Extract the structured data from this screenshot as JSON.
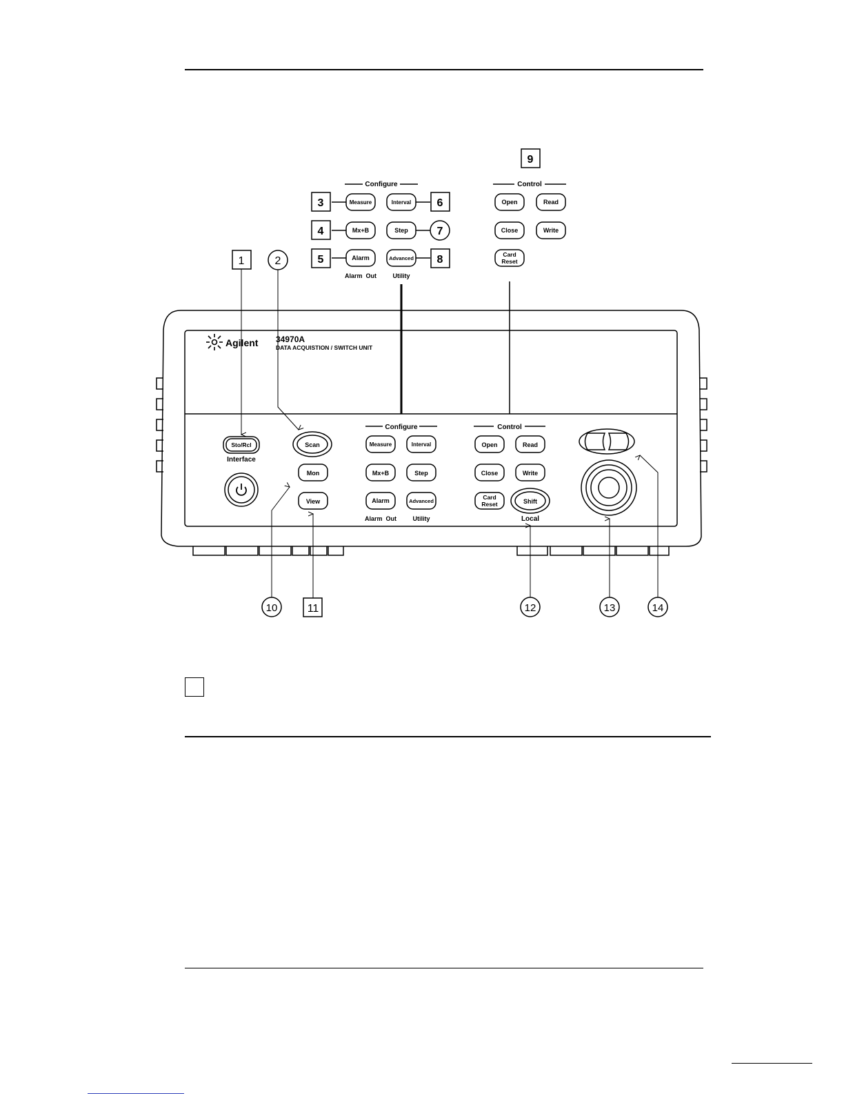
{
  "front_panel": {
    "brand": "Agilent",
    "model": "34970A",
    "model_desc": "DATA ACQUISTION / SWITCH UNIT",
    "keys": {
      "sto_rcl": "Sto/Rcl",
      "interface": "Interface",
      "scan": "Scan",
      "mon": "Mon",
      "view": "View",
      "shift": "Shift",
      "local": "Local"
    },
    "configure": {
      "label": "Configure",
      "keys": [
        "Measure",
        "Interval",
        "Mx+B",
        "Step",
        "Alarm",
        "Advanced"
      ],
      "sublabels": [
        "Alarm  Out",
        "Utility"
      ]
    },
    "control": {
      "label": "Control",
      "keys": [
        "Open",
        "Read",
        "Close",
        "Write"
      ],
      "card_reset": [
        "Card",
        "Reset"
      ]
    }
  },
  "callouts": {
    "c1": "1",
    "c2": "2",
    "c3": "3",
    "c4": "4",
    "c5": "5",
    "c6": "6",
    "c7": "7",
    "c8": "8",
    "c9": "9",
    "c10": "10",
    "c11": "11",
    "c12": "12",
    "c13": "13",
    "c14": "14"
  }
}
